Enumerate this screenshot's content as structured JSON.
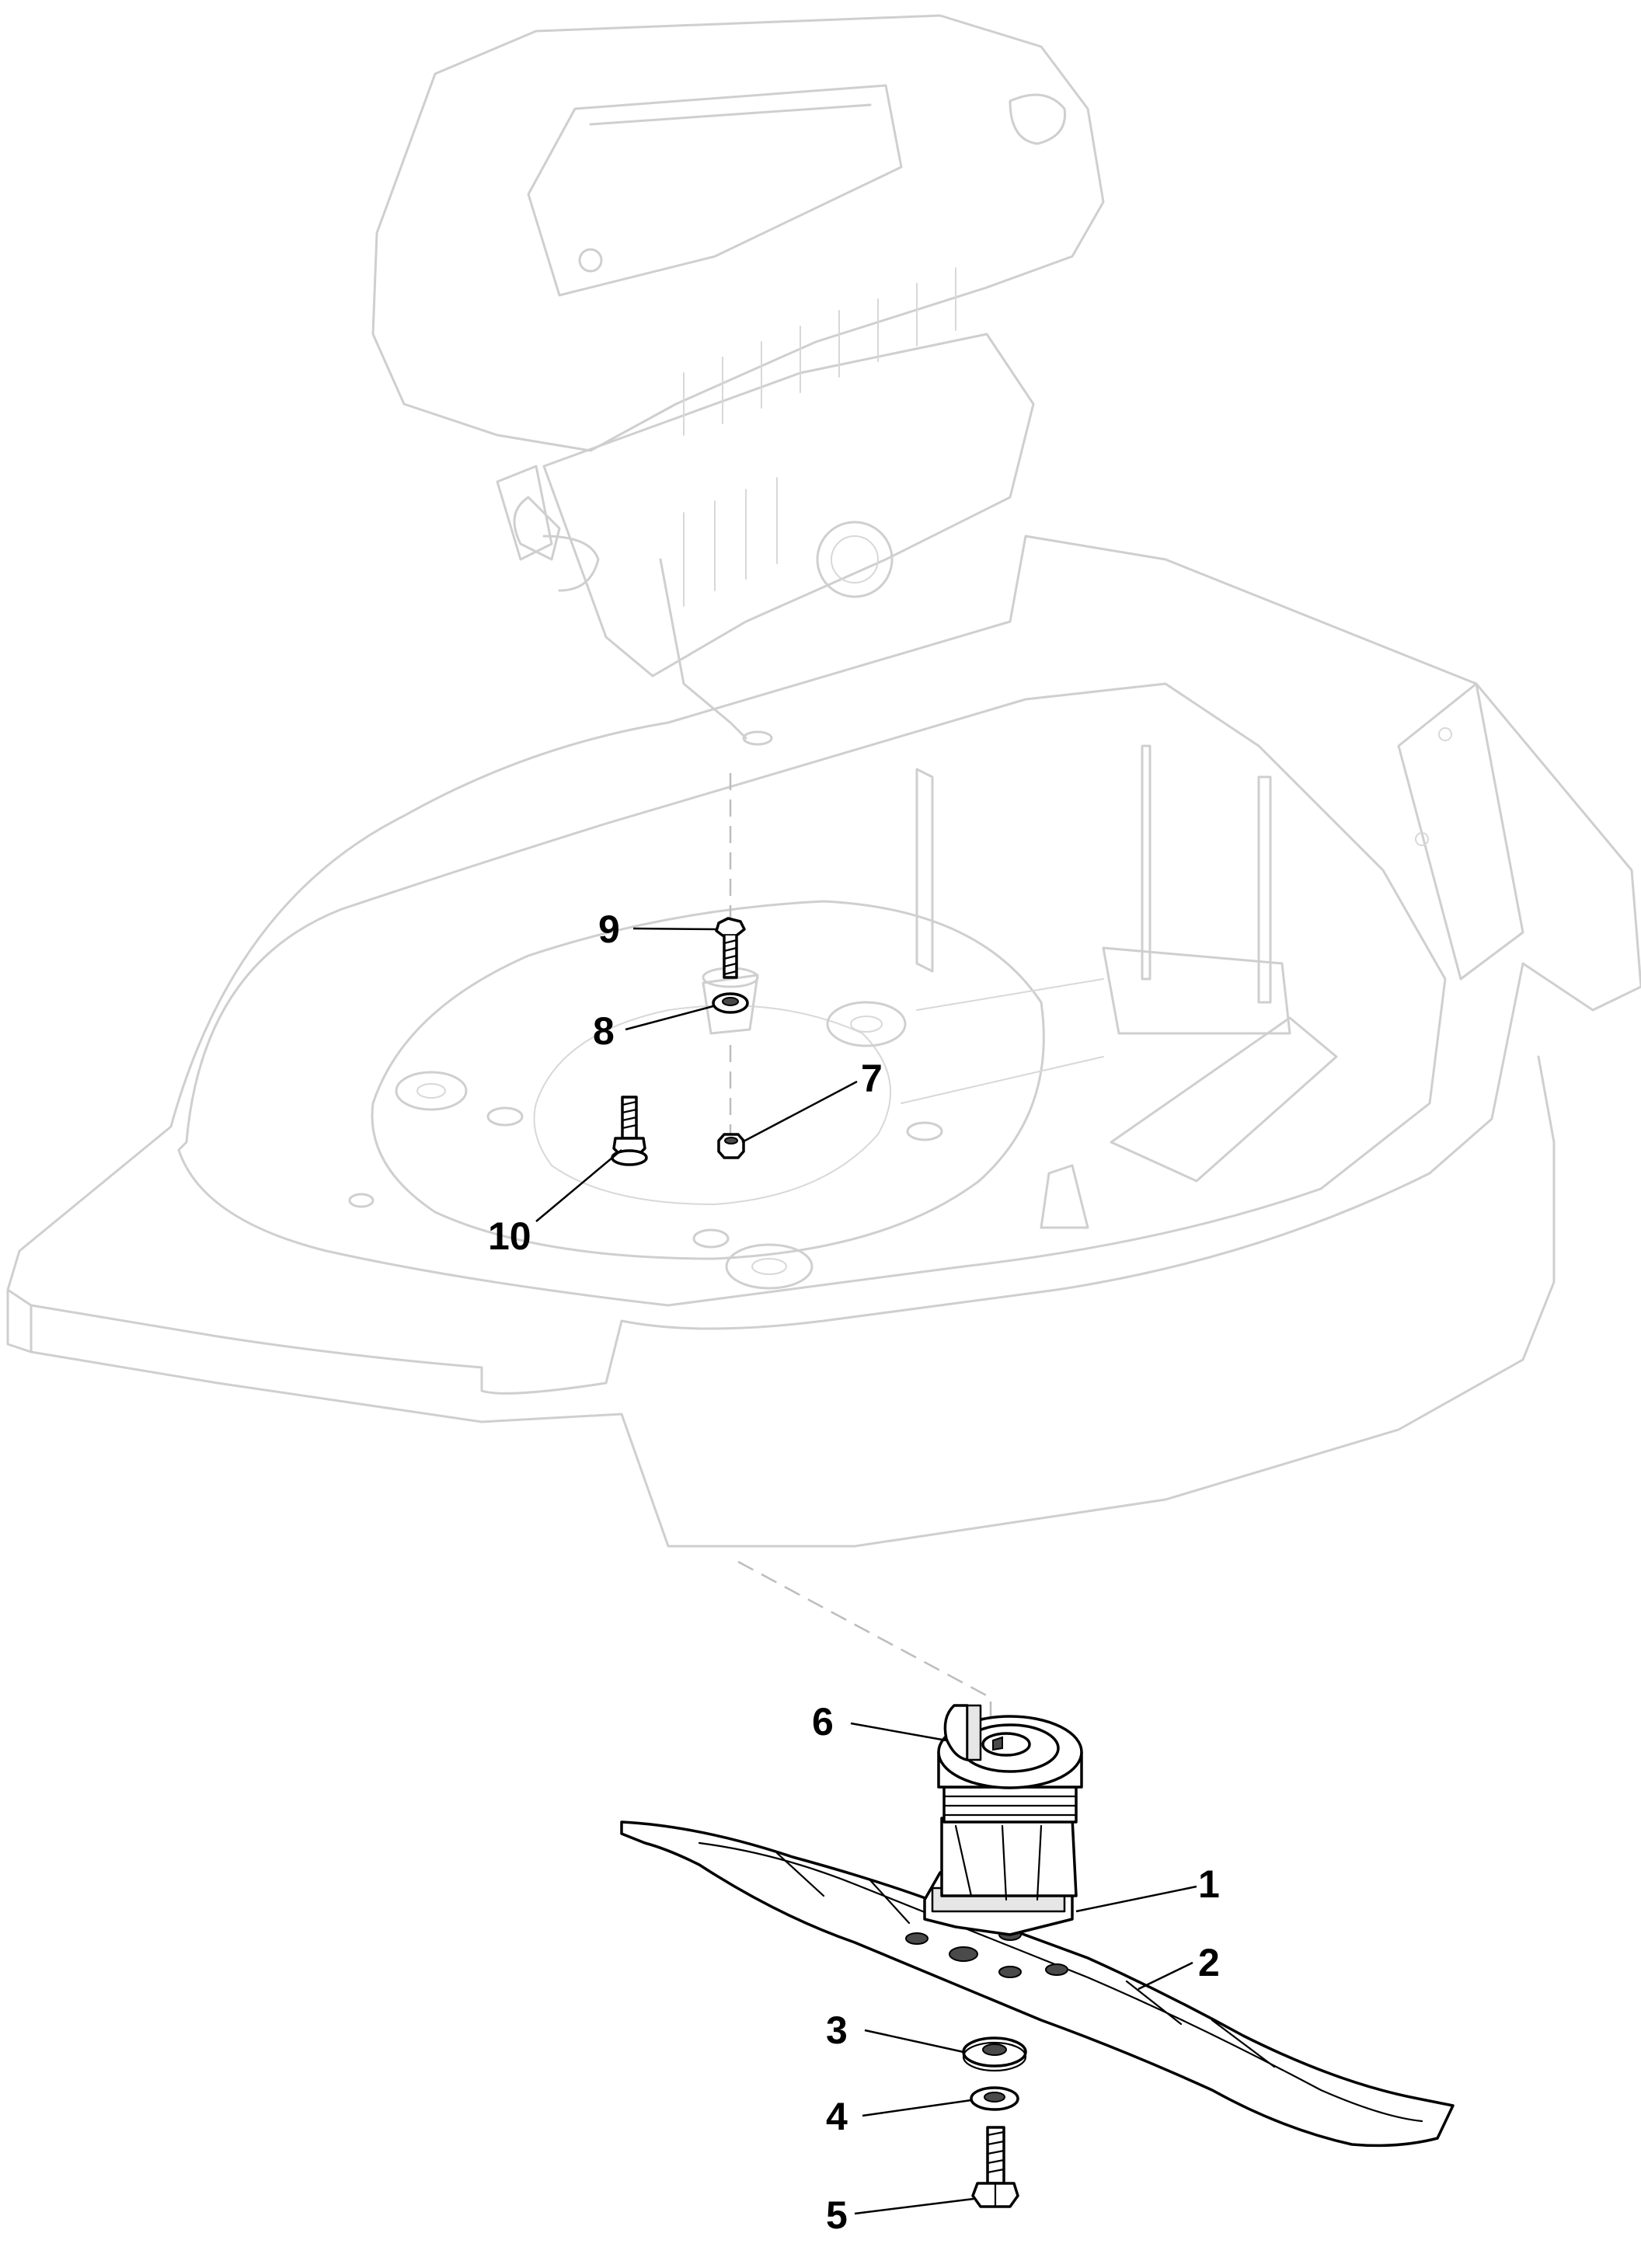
{
  "callouts": [
    {
      "id": "1",
      "label": "1"
    },
    {
      "id": "2",
      "label": "2"
    },
    {
      "id": "3",
      "label": "3"
    },
    {
      "id": "4",
      "label": "4"
    },
    {
      "id": "5",
      "label": "5"
    },
    {
      "id": "6",
      "label": "6"
    },
    {
      "id": "7",
      "label": "7"
    },
    {
      "id": "8",
      "label": "8"
    },
    {
      "id": "9",
      "label": "9"
    },
    {
      "id": "10",
      "label": "10"
    }
  ],
  "colors": {
    "background": "#ffffff",
    "ghost_line": "#cfcfcf",
    "part_line": "#000000"
  }
}
